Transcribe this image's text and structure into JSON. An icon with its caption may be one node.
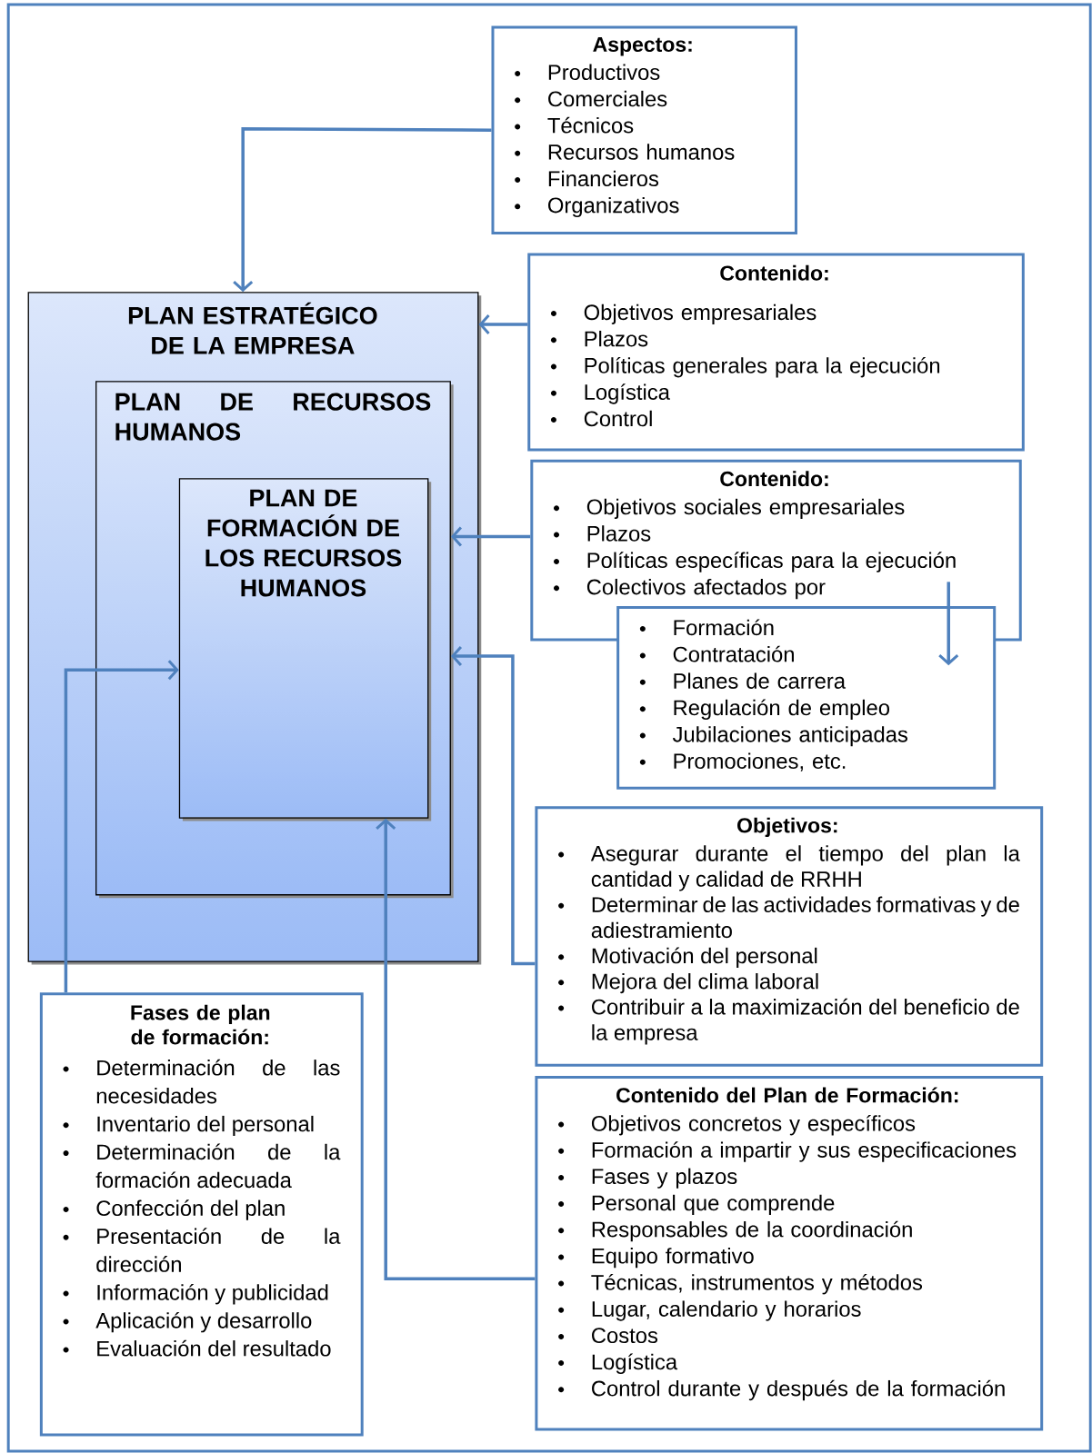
{
  "diagram": {
    "nodes": [
      {
        "text": [
          "Aspectos:",
          "Productivos",
          "Comerciales",
          "Técnicos",
          "Recursos humanos",
          "Financieros",
          "Organizativos"
        ]
      },
      {
        "text": [
          "PLAN ESTRATÉGICO DE LA EMPRESA"
        ]
      },
      {
        "text": [
          "PLAN DE RECURSOS HUMANOS"
        ],
        "in": 1
      },
      {
        "text": [
          "PLAN DE FORMACIÓN DE LOS RECURSOS HUMANOS"
        ],
        "in": 2
      },
      {
        "text": [
          "Contenido:",
          "Objetivos empresariales",
          "Plazos",
          "Políticas generales para la ejecución",
          "Logística",
          "Control"
        ]
      },
      {
        "text": [
          "Contenido:",
          "Objetivos sociales empresariales",
          "Plazos",
          "Políticas específicas para la ejecución",
          "Colectivos afectados por"
        ]
      },
      {
        "text": [
          "Formación",
          "Contratación",
          "Planes de carrera",
          "Regulación de empleo",
          "Jubilaciones anticipadas",
          "Promociones, etc."
        ]
      },
      {
        "text": [
          "Objetivos:",
          "Asegurar durante el tiempo del plan la cantidad y calidad de RRHH",
          "Determinar de las actividades formativas y de adiestramiento",
          "Motivación del personal",
          "Mejora del clima laboral",
          "Contribuir a la maximización del beneficio de la empresa"
        ]
      },
      {
        "text": [
          "Fases de plan de formación:",
          "Determinación de las necesidades",
          "Inventario del personal",
          "Determinación de la formación adecuada",
          "Confección del plan",
          "Presentación de la dirección",
          "Información y publicidad",
          "Aplicación y desarrollo",
          "Evaluación del resultado"
        ]
      },
      {
        "text": [
          "Contenido del Plan de Formación:",
          "Objetivos concretos y específicos",
          "Formación a impartir y sus especificaciones",
          "Fases y plazos",
          "Personal que comprende",
          "Responsables de la coordinación",
          "Equipo formativo",
          "Técnicas, instrumentos y métodos",
          "Lugar, calendario y horarios",
          "Costos",
          "Logística",
          "Control durante y después de la formación"
        ]
      }
    ],
    "edges": [
      {
        "from": 0,
        "to": 1,
        "arrow": "to"
      },
      {
        "from": 4,
        "to": 1,
        "arrow": "to"
      },
      {
        "from": 5,
        "to": 2,
        "arrow": "to"
      },
      {
        "from": 7,
        "to": 2,
        "arrow": "to"
      },
      {
        "from": 8,
        "to": 3,
        "arrow": "to"
      },
      {
        "from": 9,
        "to": 3,
        "arrow": "to"
      },
      {
        "from": 5,
        "to": 6,
        "arrow": "to"
      }
    ]
  }
}
